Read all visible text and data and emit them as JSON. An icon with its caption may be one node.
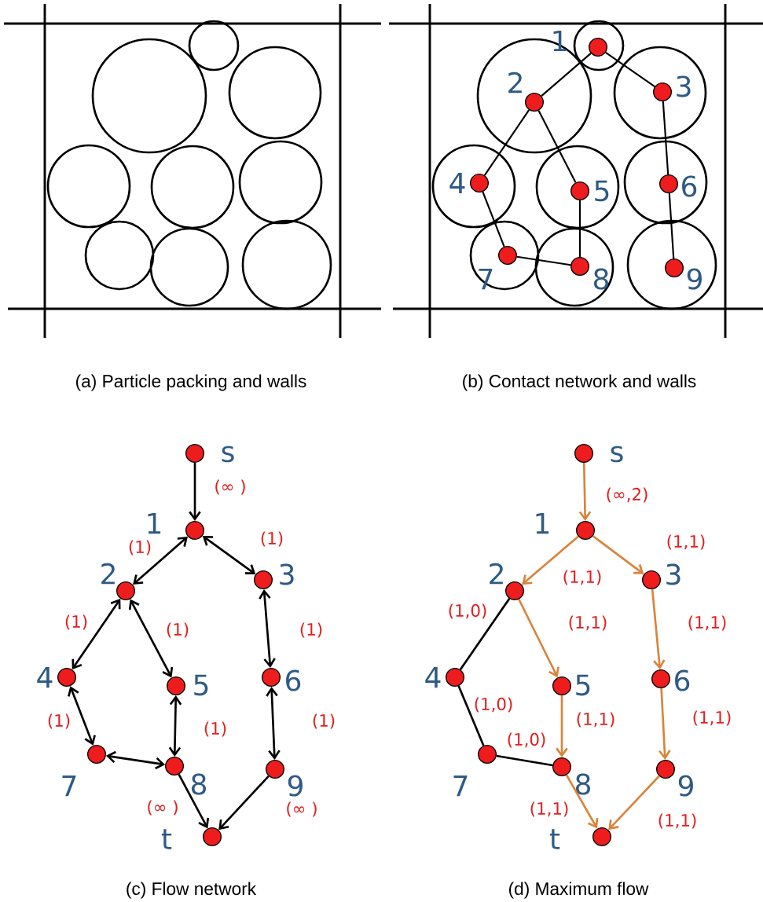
{
  "diagram": {
    "nodes": [
      {
        "text": [],
        "shape": "circle",
        "beside": [
          "1"
        ]
      },
      {
        "text": [],
        "shape": "circle",
        "beside": [
          "2"
        ]
      },
      {
        "text": [],
        "shape": "circle",
        "beside": [
          "3"
        ]
      },
      {
        "text": [],
        "shape": "circle",
        "beside": [
          "4"
        ]
      },
      {
        "text": [],
        "shape": "circle",
        "beside": [
          "5"
        ]
      },
      {
        "text": [],
        "shape": "circle",
        "beside": [
          "6"
        ]
      },
      {
        "text": [],
        "shape": "circle",
        "beside": [
          "7"
        ]
      },
      {
        "text": [],
        "shape": "circle",
        "beside": [
          "8"
        ]
      },
      {
        "text": [],
        "shape": "circle",
        "beside": [
          "9"
        ]
      },
      {
        "text": [],
        "shape": "circle",
        "beside": [
          "s"
        ]
      },
      {
        "text": [],
        "shape": "circle",
        "beside": [
          "1"
        ]
      },
      {
        "text": [],
        "shape": "circle",
        "beside": [
          "2"
        ]
      },
      {
        "text": [],
        "shape": "circle",
        "beside": [
          "3"
        ]
      },
      {
        "text": [],
        "shape": "circle",
        "beside": [
          "4"
        ]
      },
      {
        "text": [],
        "shape": "circle",
        "beside": [
          "5"
        ]
      },
      {
        "text": [],
        "shape": "circle",
        "beside": [
          "6"
        ]
      },
      {
        "text": [],
        "shape": "circle",
        "beside": [
          "7"
        ]
      },
      {
        "text": [],
        "shape": "circle",
        "beside": [
          "8"
        ]
      },
      {
        "text": [],
        "shape": "circle",
        "beside": [
          "9"
        ]
      },
      {
        "text": [],
        "shape": "circle",
        "beside": [
          "t"
        ]
      },
      {
        "text": [],
        "shape": "circle",
        "beside": [
          "s"
        ]
      },
      {
        "text": [],
        "shape": "circle",
        "beside": [
          "1"
        ]
      },
      {
        "text": [],
        "shape": "circle",
        "beside": [
          "2"
        ]
      },
      {
        "text": [],
        "shape": "circle",
        "beside": [
          "3"
        ]
      },
      {
        "text": [],
        "shape": "circle",
        "beside": [
          "4"
        ]
      },
      {
        "text": [],
        "shape": "circle",
        "beside": [
          "5"
        ]
      },
      {
        "text": [],
        "shape": "circle",
        "beside": [
          "6"
        ]
      },
      {
        "text": [],
        "shape": "circle",
        "beside": [
          "7"
        ]
      },
      {
        "text": [],
        "shape": "circle",
        "beside": [
          "8"
        ]
      },
      {
        "text": [],
        "shape": "circle",
        "beside": [
          "9"
        ]
      },
      {
        "text": [],
        "shape": "circle",
        "beside": [
          "t"
        ]
      }
    ],
    "edges": [
      {
        "from": 0,
        "to": 1,
        "arrow": "none"
      },
      {
        "from": 0,
        "to": 2,
        "arrow": "none"
      },
      {
        "from": 1,
        "to": 3,
        "arrow": "none"
      },
      {
        "from": 1,
        "to": 4,
        "arrow": "none"
      },
      {
        "from": 2,
        "to": 5,
        "arrow": "none"
      },
      {
        "from": 3,
        "to": 6,
        "arrow": "none"
      },
      {
        "from": 4,
        "to": 7,
        "arrow": "none"
      },
      {
        "from": 5,
        "to": 8,
        "arrow": "none"
      },
      {
        "from": 6,
        "to": 7,
        "arrow": "none"
      },
      {
        "from": 9,
        "to": 10,
        "arrow": "to",
        "label": "(∞ )"
      },
      {
        "from": 10,
        "to": 11,
        "arrow": "both",
        "label": "(1)"
      },
      {
        "from": 10,
        "to": 12,
        "arrow": "both",
        "label": "(1)"
      },
      {
        "from": 11,
        "to": 13,
        "arrow": "both",
        "label": "(1)"
      },
      {
        "from": 11,
        "to": 14,
        "arrow": "both",
        "label": "(1)"
      },
      {
        "from": 12,
        "to": 15,
        "arrow": "both",
        "label": "(1)"
      },
      {
        "from": 13,
        "to": 16,
        "arrow": "both",
        "label": "(1)"
      },
      {
        "from": 14,
        "to": 17,
        "arrow": "both",
        "label": "(1)"
      },
      {
        "from": 15,
        "to": 18,
        "arrow": "both",
        "label": "(1)"
      },
      {
        "from": 16,
        "to": 17,
        "arrow": "both"
      },
      {
        "from": 17,
        "to": 19,
        "arrow": "to",
        "label": "(∞ )"
      },
      {
        "from": 18,
        "to": 19,
        "arrow": "to",
        "label": "(∞ )"
      },
      {
        "from": 20,
        "to": 21,
        "arrow": "to",
        "label": "(∞,2)",
        "color": "#d9843b"
      },
      {
        "from": 21,
        "to": 22,
        "arrow": "to",
        "label": "(1,1)",
        "color": "#d9843b"
      },
      {
        "from": 21,
        "to": 23,
        "arrow": "to",
        "label": "(1,1)",
        "color": "#d9843b"
      },
      {
        "from": 22,
        "to": 24,
        "arrow": "none",
        "label": "(1,0)"
      },
      {
        "from": 22,
        "to": 25,
        "arrow": "to",
        "label": "(1,1)",
        "color": "#d9843b"
      },
      {
        "from": 23,
        "to": 26,
        "arrow": "to",
        "label": "(1,1)",
        "color": "#d9843b"
      },
      {
        "from": 24,
        "to": 27,
        "arrow": "none",
        "label": "(1,0)"
      },
      {
        "from": 25,
        "to": 28,
        "arrow": "to",
        "label": "(1,1)",
        "color": "#d9843b"
      },
      {
        "from": 26,
        "to": 29,
        "arrow": "to",
        "label": "(1,1)",
        "color": "#d9843b"
      },
      {
        "from": 27,
        "to": 28,
        "arrow": "none",
        "label": "(1,0)"
      },
      {
        "from": 28,
        "to": 30,
        "arrow": "to",
        "label": "(1,1)",
        "color": "#d9843b"
      },
      {
        "from": 29,
        "to": 30,
        "arrow": "to",
        "label": "(1,1)",
        "color": "#d9843b"
      }
    ],
    "labels": [
      "(a) Particle packing and walls",
      "(b) Contact network and walls",
      "(c) Flow network",
      "(d) Maximum flow"
    ]
  }
}
